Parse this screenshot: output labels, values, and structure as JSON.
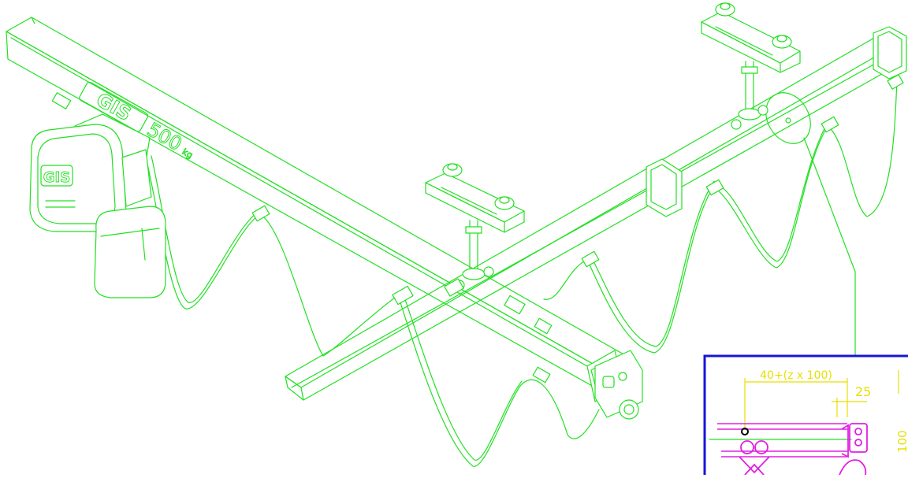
{
  "colors": {
    "line": "#22e022",
    "background": "#ffffff",
    "detail_border": "#1515d8",
    "dimension": "#e8e000",
    "cable": "#e020e0"
  },
  "beam_brand": "GIS",
  "capacity_number": "500",
  "capacity_unit": "kg",
  "hoist_brand": "GIS",
  "detail": {
    "dim_spacing": "40+(z x 100)",
    "dim_end": "25",
    "dim_side": "100"
  }
}
